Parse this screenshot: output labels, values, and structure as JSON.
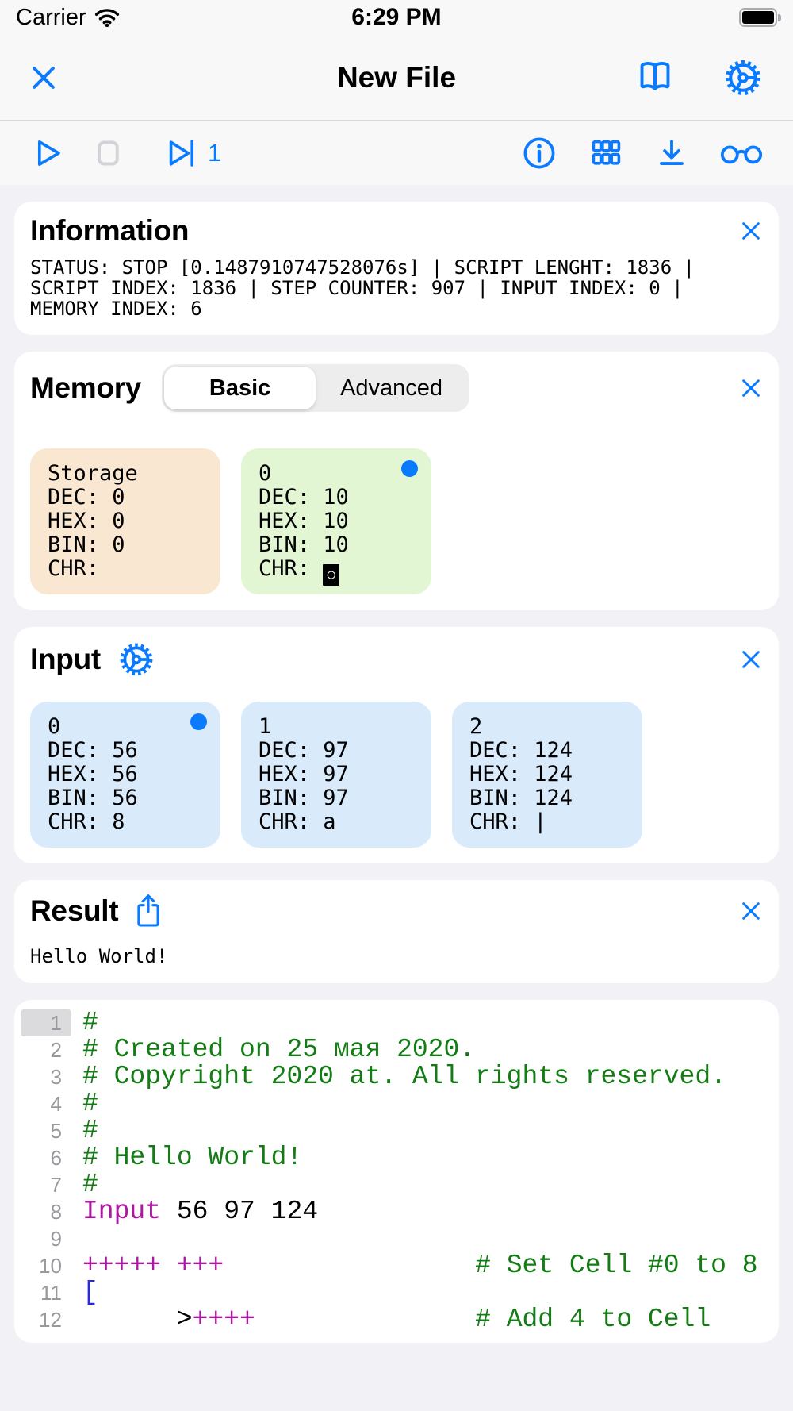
{
  "colors": {
    "accent": "#0A7AFF",
    "page_bg": "#F2F2F6",
    "header_bg": "#F8F8F8",
    "hairline": "#D8D8DC",
    "card_bg": "#FFFFFF",
    "storage_cell_bg": "#FAE7D1",
    "memory_cell_bg": "#E2F6D3",
    "input_cell_bg": "#D9EAFA",
    "segmented_bg": "#EDEDEE",
    "code_comment": "#147C14",
    "code_keyword": "#AC18A0",
    "code_bracket": "#2929E0",
    "code_plain": "#000000",
    "line_number": "#98989D",
    "current_line_bg": "#DBDBDE",
    "stop_icon": "#D2D2D7",
    "status_fg": "#000000"
  },
  "status_bar": {
    "carrier": "Carrier",
    "time": "6:29 PM"
  },
  "nav": {
    "title": "New File"
  },
  "toolbar": {
    "step_count": "1"
  },
  "cell_fields": {
    "dec": "DEC:",
    "hex": "HEX:",
    "bin": "BIN:",
    "chr": "CHR:"
  },
  "cards": {
    "information": {
      "title": "Information",
      "status_text": "STATUS: STOP [0.1487910747528076s] | SCRIPT LENGHT: 1836 | SCRIPT INDEX: 1836 | STEP COUNTER: 907 | INPUT INDEX: 0 | MEMORY INDEX: 6"
    },
    "memory": {
      "title": "Memory",
      "segments": [
        {
          "label": "Basic",
          "selected": true
        },
        {
          "label": "Advanced",
          "selected": false
        }
      ],
      "cells": [
        {
          "label": "Storage",
          "variant": "storage",
          "dec": "0",
          "hex": "0",
          "bin": "0",
          "chr": "",
          "chr_control": false,
          "active": false
        },
        {
          "label": "0",
          "variant": "memory",
          "dec": "10",
          "hex": "10",
          "bin": "10",
          "chr": "○",
          "chr_control": true,
          "active": true
        }
      ]
    },
    "input": {
      "title": "Input",
      "cells": [
        {
          "label": "0",
          "variant": "input",
          "dec": "56",
          "hex": "56",
          "bin": "56",
          "chr": "8",
          "chr_control": false,
          "active": true
        },
        {
          "label": "1",
          "variant": "input",
          "dec": "97",
          "hex": "97",
          "bin": "97",
          "chr": "a",
          "chr_control": false,
          "active": false
        },
        {
          "label": "2",
          "variant": "input",
          "dec": "124",
          "hex": "124",
          "bin": "124",
          "chr": "|",
          "chr_control": false,
          "active": false
        }
      ]
    },
    "result": {
      "title": "Result",
      "output": "Hello World!"
    },
    "editor": {
      "lines": [
        {
          "num": "1",
          "current": true,
          "segments": [
            {
              "t": "#",
              "c": "comment"
            }
          ]
        },
        {
          "num": "2",
          "current": false,
          "segments": [
            {
              "t": "# Created on 25 мая 2020.",
              "c": "comment"
            }
          ]
        },
        {
          "num": "3",
          "current": false,
          "segments": [
            {
              "t": "# Copyright 2020 at. All rights reserved.",
              "c": "comment"
            }
          ]
        },
        {
          "num": "4",
          "current": false,
          "segments": [
            {
              "t": "#",
              "c": "comment"
            }
          ]
        },
        {
          "num": "5",
          "current": false,
          "segments": [
            {
              "t": "#",
              "c": "comment"
            }
          ]
        },
        {
          "num": "6",
          "current": false,
          "segments": [
            {
              "t": "# Hello World!",
              "c": "comment"
            }
          ]
        },
        {
          "num": "7",
          "current": false,
          "segments": [
            {
              "t": "#",
              "c": "comment"
            }
          ]
        },
        {
          "num": "8",
          "current": false,
          "segments": [
            {
              "t": "Input",
              "c": "keyword"
            },
            {
              "t": " 56 97 124",
              "c": "plain"
            }
          ]
        },
        {
          "num": "9",
          "current": false,
          "segments": []
        },
        {
          "num": "10",
          "current": false,
          "segments": [
            {
              "t": "+++++ +++",
              "c": "keyword"
            },
            {
              "t": "                ",
              "c": "plain"
            },
            {
              "t": "# Set Cell #0 to 8",
              "c": "comment"
            }
          ]
        },
        {
          "num": "11",
          "current": false,
          "segments": [
            {
              "t": "[",
              "c": "bracket"
            }
          ]
        },
        {
          "num": "12",
          "current": false,
          "segments": [
            {
              "t": "      >",
              "c": "plain"
            },
            {
              "t": "++++",
              "c": "keyword"
            },
            {
              "t": "              ",
              "c": "plain"
            },
            {
              "t": "# Add 4 to Cell",
              "c": "comment"
            }
          ]
        }
      ]
    }
  },
  "icons": {
    "wifi-icon": "wifi arcs",
    "battery-icon": "filled battery",
    "close-icon": "✕",
    "book-icon": "open book",
    "gear-icon": "gear with spokes",
    "play-icon": "outline play triangle",
    "stop-icon": "outline rounded square",
    "step-forward-icon": "play triangle with bar",
    "info-icon": "circled i",
    "grid-icon": "3x2 squares grid",
    "download-icon": "down arrow to line",
    "glasses-icon": "two circles with bridge",
    "share-icon": "square with up arrow",
    "active-dot": "blue filled circle"
  }
}
